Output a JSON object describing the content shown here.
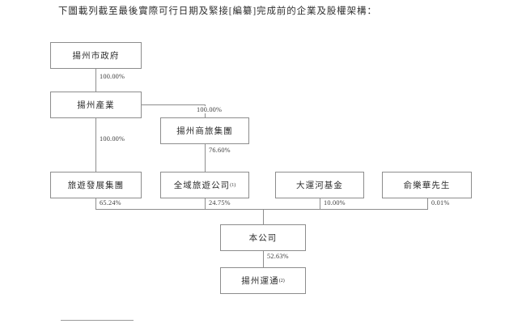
{
  "caption": "下圖載列截至最後實際可行日期及緊接[編纂]完成前的企業及股權架構：",
  "chart_data": {
    "type": "diagram",
    "title": "企業及股權架構",
    "diagram_kind": "organization-ownership-chart",
    "nodes": [
      {
        "id": "yangzhou-municipal-government",
        "label": "揚州市政府",
        "footnote": "",
        "level": 1
      },
      {
        "id": "yangzhou-industry",
        "label": "揚州產業",
        "footnote": "",
        "level": 2
      },
      {
        "id": "yangzhou-commerce-travel-group",
        "label": "揚州商旅集團",
        "footnote": "",
        "level": 2
      },
      {
        "id": "tourism-development-group",
        "label": "旅遊發展集團",
        "footnote": "",
        "level": 3
      },
      {
        "id": "quanyu-tourism-company",
        "label": "全域旅遊公司",
        "footnote": "(1)",
        "level": 3
      },
      {
        "id": "grand-canal-fund",
        "label": "大運河基金",
        "footnote": "",
        "level": 3
      },
      {
        "id": "mr-yu-lehua",
        "label": "俞樂華先生",
        "footnote": "",
        "level": 3
      },
      {
        "id": "the-company",
        "label": "本公司",
        "footnote": "",
        "level": 4
      },
      {
        "id": "yangzhou-yuntong",
        "label": "揚州運通",
        "footnote": "(2)",
        "level": 5
      }
    ],
    "edges": [
      {
        "from": "yangzhou-municipal-government",
        "to": "yangzhou-industry",
        "value": "100.00%"
      },
      {
        "from": "yangzhou-industry",
        "to": "yangzhou-commerce-travel-group",
        "value": "100.00%"
      },
      {
        "from": "yangzhou-industry",
        "to": "tourism-development-group",
        "value": "100.00%"
      },
      {
        "from": "yangzhou-commerce-travel-group",
        "to": "quanyu-tourism-company",
        "value": "76.60%"
      },
      {
        "from": "tourism-development-group",
        "to": "the-company",
        "value": "65.24%"
      },
      {
        "from": "quanyu-tourism-company",
        "to": "the-company",
        "value": "24.75%"
      },
      {
        "from": "grand-canal-fund",
        "to": "the-company",
        "value": "10.00%"
      },
      {
        "from": "mr-yu-lehua",
        "to": "the-company",
        "value": "0.01%"
      },
      {
        "from": "the-company",
        "to": "yangzhou-yuntong",
        "value": "52.63%"
      }
    ],
    "colors": {
      "box_border": "#8d8d8d",
      "connector": "#8d8d8d",
      "text": "#2e2e2e",
      "background": "#ffffff"
    }
  }
}
